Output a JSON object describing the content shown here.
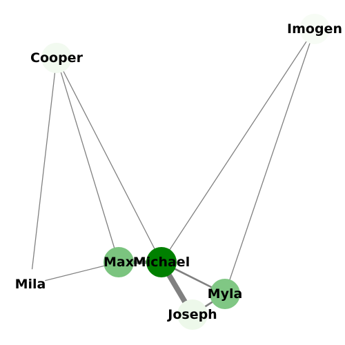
{
  "graph": {
    "nodes": [
      {
        "id": "Cooper",
        "label": "Cooper",
        "color": "#f2faf0"
      },
      {
        "id": "Imogen",
        "label": "Imogen",
        "color": "#f7fcf5"
      },
      {
        "id": "Mila",
        "label": "Mila",
        "color": "#ffffff"
      },
      {
        "id": "Max",
        "label": "Max",
        "color": "#7bc47f"
      },
      {
        "id": "Michael",
        "label": "Michael",
        "color": "#008000"
      },
      {
        "id": "Myla",
        "label": "Myla",
        "color": "#80c784"
      },
      {
        "id": "Joseph",
        "label": "Joseph",
        "color": "#edf8ea"
      }
    ],
    "edges": [
      {
        "source": "Cooper",
        "target": "Mila",
        "weight": 1
      },
      {
        "source": "Cooper",
        "target": "Max",
        "weight": 1
      },
      {
        "source": "Cooper",
        "target": "Michael",
        "weight": 1
      },
      {
        "source": "Imogen",
        "target": "Michael",
        "weight": 1
      },
      {
        "source": "Imogen",
        "target": "Myla",
        "weight": 1
      },
      {
        "source": "Mila",
        "target": "Max",
        "weight": 1
      },
      {
        "source": "Max",
        "target": "Michael",
        "weight": 4
      },
      {
        "source": "Michael",
        "target": "Joseph",
        "weight": 6
      },
      {
        "source": "Michael",
        "target": "Myla",
        "weight": 2
      },
      {
        "source": "Myla",
        "target": "Joseph",
        "weight": 2
      }
    ],
    "edge_color": "#808080"
  }
}
